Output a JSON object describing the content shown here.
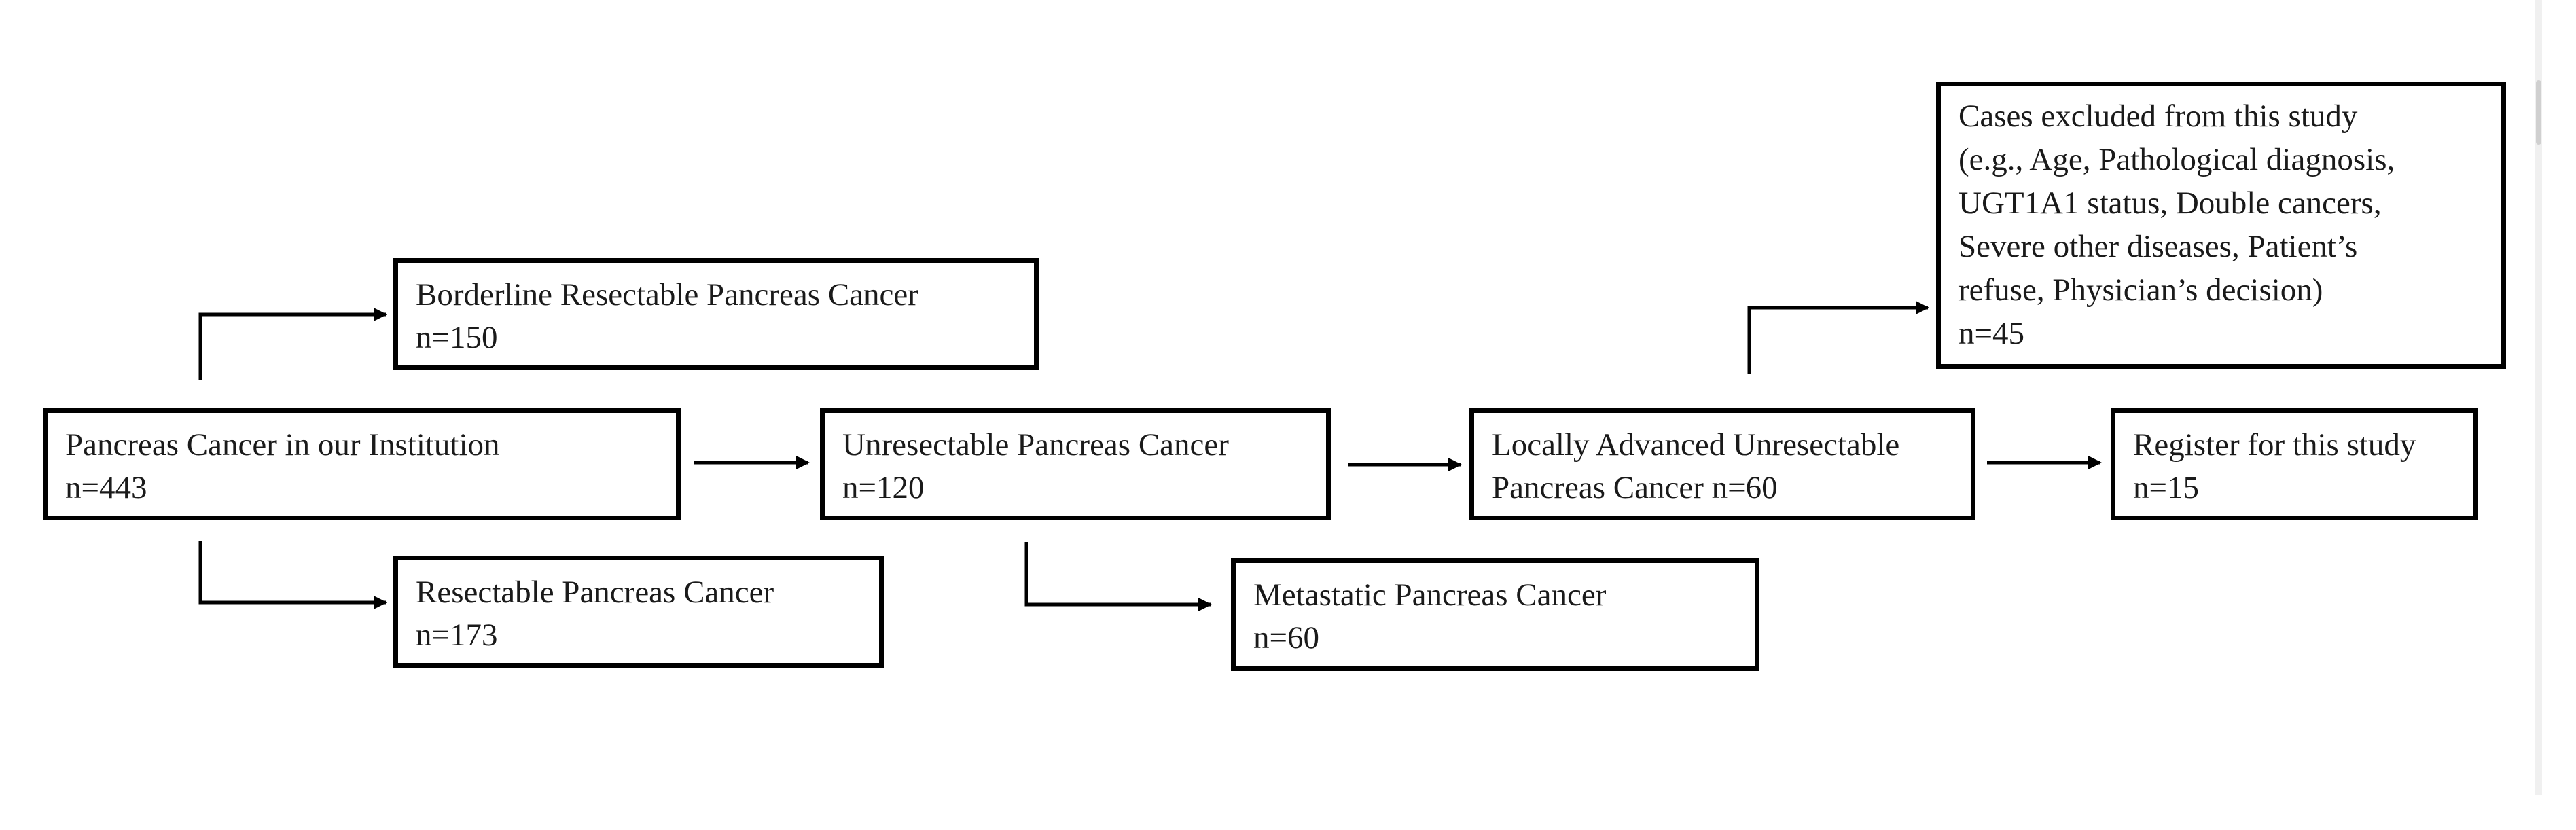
{
  "flowchart": {
    "nodes": [
      {
        "id": "institution",
        "lines": [
          "Pancreas Cancer in our Institution",
          "n=443"
        ]
      },
      {
        "id": "borderline",
        "lines": [
          "Borderline Resectable Pancreas Cancer",
          "n=150"
        ]
      },
      {
        "id": "resectable",
        "lines": [
          "Resectable Pancreas Cancer",
          "n=173"
        ]
      },
      {
        "id": "unresectable",
        "lines": [
          "Unresectable Pancreas Cancer",
          "n=120"
        ]
      },
      {
        "id": "metastatic",
        "lines": [
          "Metastatic Pancreas Cancer",
          "n=60"
        ]
      },
      {
        "id": "locally",
        "lines": [
          "Locally Advanced Unresectable",
          "Pancreas Cancer n=60"
        ]
      },
      {
        "id": "excluded",
        "lines": [
          "Cases excluded from this study",
          "(e.g., Age, Pathological diagnosis,",
          "UGT1A1 status, Double cancers,",
          "Severe other diseases, Patient’s",
          "refuse, Physician’s decision)",
          "n=45"
        ]
      },
      {
        "id": "register",
        "lines": [
          "Register for this study",
          "n=15"
        ]
      }
    ],
    "edges": [
      {
        "from": "institution",
        "to": "borderline"
      },
      {
        "from": "institution",
        "to": "resectable"
      },
      {
        "from": "institution",
        "to": "unresectable"
      },
      {
        "from": "unresectable",
        "to": "metastatic"
      },
      {
        "from": "unresectable",
        "to": "locally"
      },
      {
        "from": "locally",
        "to": "excluded"
      },
      {
        "from": "locally",
        "to": "register"
      }
    ]
  }
}
